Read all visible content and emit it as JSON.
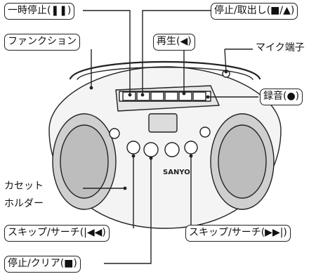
{
  "callouts": {
    "pause": "一時停止(❚❚)",
    "stop_eject": "停止/取出し(■/▲)",
    "function": "ファンクション",
    "play": "再生(◀)",
    "mic": "マイク端子",
    "record": "録音(●)",
    "cassette_line1": "カセット",
    "cassette_line2": "ホルダー",
    "skip_search_back": "スキップ/サーチ(|◀◀)",
    "skip_search_fwd": "スキップ/サーチ(▶▶|)",
    "stop_clear": "停止/クリア(■)"
  },
  "device": {
    "brand": "SANYO"
  }
}
